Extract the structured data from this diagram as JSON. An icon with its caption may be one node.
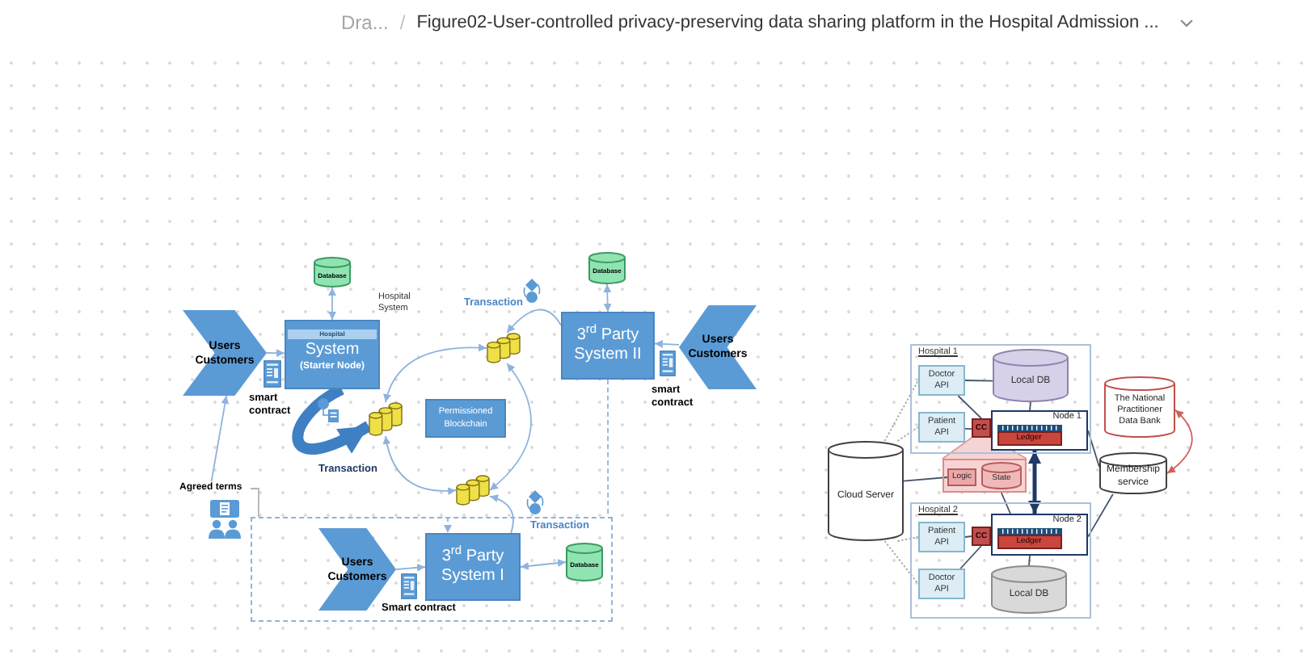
{
  "diagram": {
    "title": "Figure02-User-controlled privacy-preserving data sharing platform in the Hospital Admission ...",
    "nodes": [
      {
        "text": [
          "Users Customers"
        ]
      },
      {
        "text": [
          "Database"
        ]
      },
      {
        "text": [
          "Hospital",
          "System",
          "(Starter Node)"
        ],
        "beside": [
          "Hospital System"
        ]
      },
      {
        "text": [],
        "shape": "cylinder"
      },
      {
        "text": [
          "Permissioned Blockchain"
        ]
      },
      {
        "text": [],
        "shape": "cylinder"
      },
      {
        "text": [],
        "shape": "cylinder"
      },
      {
        "text": [
          "Database"
        ]
      },
      {
        "text": [
          "3$^{rd}$ Party System II"
        ]
      },
      {
        "text": [
          "Users Customers"
        ]
      },
      {
        "text": [
          "Agreed terms"
        ]
      },
      {
        "text": [],
        "shape": "box"
      },
      {
        "text": [
          "Users Customers"
        ],
        "in": 11
      },
      {
        "text": [
          "3$^{rd}$ Party System I"
        ],
        "in": 11
      },
      {
        "text": [
          "Database"
        ],
        "in": 11
      },
      {
        "text": [
          "Hospital 1"
        ]
      },
      {
        "text": [
          "Doctor API"
        ],
        "in": 15
      },
      {
        "text": [
          "Local DB"
        ],
        "in": 15
      },
      {
        "text": [
          "Patient API"
        ],
        "in": 15
      },
      {
        "text": [
          "CC"
        ],
        "in": 15
      },
      {
        "text": [
          "Node 1"
        ],
        "in": 15
      },
      {
        "text": [
          "Ledger"
        ],
        "in": 20
      },
      {
        "text": [
          "Cloud Server"
        ]
      },
      {
        "text": [],
        "shape": "box"
      },
      {
        "text": [
          "Logic"
        ],
        "in": 23
      },
      {
        "text": [
          "State"
        ],
        "in": 23
      },
      {
        "text": [
          "Hospital 2"
        ]
      },
      {
        "text": [
          "Patient API"
        ],
        "in": 26
      },
      {
        "text": [
          "CC"
        ],
        "in": 26
      },
      {
        "text": [
          "Node 2"
        ],
        "in": 26
      },
      {
        "text": [
          "Ledger"
        ],
        "in": 29
      },
      {
        "text": [
          "Doctor API"
        ],
        "in": 26
      },
      {
        "text": [
          "Local DB"
        ],
        "in": 26
      },
      {
        "text": [
          "The National Practitioner Data Bank"
        ]
      },
      {
        "text": [
          "Membership service"
        ]
      }
    ],
    "edges": [
      {
        "from": 0,
        "to": 2,
        "arrow": "to"
      },
      {
        "from": 1,
        "to": 2,
        "arrow": "both"
      },
      {
        "from": 2,
        "to": 3,
        "arrow": "to",
        "label": "Transaction",
        "style": "thick",
        "color": "#3f7fc4"
      },
      {
        "from": 3,
        "to": 5,
        "arrow": "both"
      },
      {
        "from": 5,
        "to": 6,
        "arrow": "both"
      },
      {
        "from": 3,
        "to": 6,
        "arrow": "both"
      },
      {
        "from": 8,
        "to": 5,
        "arrow": "to",
        "label": "Transaction"
      },
      {
        "from": 7,
        "to": 8,
        "arrow": "both"
      },
      {
        "from": 9,
        "to": 8,
        "arrow": "to"
      },
      {
        "from": 10,
        "to": 0,
        "arrow": "to"
      },
      {
        "from": 10,
        "to": 11,
        "arrow": "none",
        "color": "#b3b3b3"
      },
      {
        "from": 8,
        "to": 11,
        "arrow": "none",
        "style": "dashed"
      },
      {
        "from": null,
        "to": 13,
        "arrow": "to",
        "style": "dashed"
      },
      {
        "from": 12,
        "to": 13,
        "arrow": "to"
      },
      {
        "from": 13,
        "to": 14,
        "arrow": "both"
      },
      {
        "from": 13,
        "to": 6,
        "arrow": "to",
        "label": "Transaction"
      },
      {
        "from": 22,
        "to": 16,
        "arrow": "none",
        "style": "dashed",
        "color": "#a6a6a6"
      },
      {
        "from": 22,
        "to": 18,
        "arrow": "none",
        "style": "dashed",
        "color": "#a6a6a6"
      },
      {
        "from": 22,
        "to": 27,
        "arrow": "none",
        "style": "dashed",
        "color": "#a6a6a6"
      },
      {
        "from": 22,
        "to": 31,
        "arrow": "none",
        "style": "dashed",
        "color": "#a6a6a6"
      },
      {
        "from": 22,
        "to": 24,
        "arrow": "none",
        "color": "#44546a"
      },
      {
        "from": 16,
        "to": 17,
        "arrow": "none",
        "color": "#44546a"
      },
      {
        "from": 16,
        "to": 19,
        "arrow": "none",
        "color": "#44546a"
      },
      {
        "from": 18,
        "to": 19,
        "arrow": "none",
        "color": "#44546a"
      },
      {
        "from": 17,
        "to": 20,
        "arrow": "none",
        "color": "#44546a"
      },
      {
        "from": 20,
        "to": 29,
        "arrow": "both",
        "style": "thick",
        "color": "#1f3864"
      },
      {
        "from": 19,
        "to": 23,
        "arrow": "none",
        "color": "#de9a9a"
      },
      {
        "from": 20,
        "to": 34,
        "arrow": "none",
        "color": "#44546a"
      },
      {
        "from": 29,
        "to": 34,
        "arrow": "none",
        "color": "#44546a"
      },
      {
        "from": 33,
        "to": 34,
        "arrow": "both",
        "color": "#d0605a"
      },
      {
        "from": 27,
        "to": 28,
        "arrow": "none",
        "color": "#44546a"
      },
      {
        "from": 31,
        "to": 28,
        "arrow": "none",
        "color": "#44546a"
      },
      {
        "from": 32,
        "to": 29,
        "arrow": "none",
        "color": "#44546a"
      },
      {
        "from": 23,
        "to": 29,
        "arrow": "none",
        "color": "#44546a"
      }
    ],
    "labels": [
      "Dra...",
      "/",
      "smart contract",
      "smart contract",
      "Smart contract"
    ]
  }
}
